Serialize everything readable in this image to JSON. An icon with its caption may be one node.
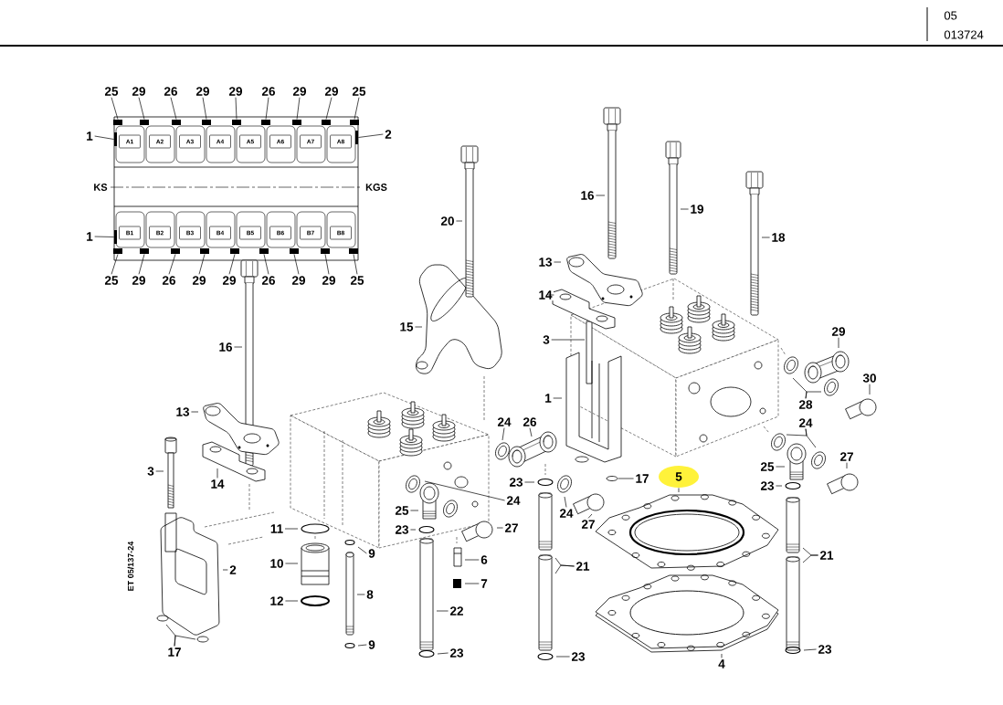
{
  "diagram": {
    "nodes": [
      {
        "text": [
          "25"
        ]
      },
      {
        "text": [
          "29"
        ]
      },
      {
        "text": [
          "26"
        ]
      },
      {
        "text": [
          "29"
        ]
      },
      {
        "text": [
          "29"
        ]
      },
      {
        "text": [
          "26"
        ]
      },
      {
        "text": [
          "29"
        ]
      },
      {
        "text": [
          "29"
        ]
      },
      {
        "text": [
          "25"
        ]
      },
      {
        "text": [
          "1"
        ]
      },
      {
        "text": [
          "A1"
        ]
      },
      {
        "text": [
          "A2"
        ]
      },
      {
        "text": [
          "A3"
        ]
      },
      {
        "text": [
          "A4"
        ]
      },
      {
        "text": [
          "A5"
        ]
      },
      {
        "text": [
          "A6"
        ]
      },
      {
        "text": [
          "A7"
        ]
      },
      {
        "text": [
          "A8"
        ]
      },
      {
        "text": [
          "2"
        ]
      },
      {
        "text": [
          "1"
        ]
      },
      {
        "text": [
          "B1"
        ]
      },
      {
        "text": [
          "B2"
        ]
      },
      {
        "text": [
          "B3"
        ]
      },
      {
        "text": [
          "B4"
        ]
      },
      {
        "text": [
          "B5"
        ]
      },
      {
        "text": [
          "B6"
        ]
      },
      {
        "text": [
          "B7"
        ]
      },
      {
        "text": [
          "B8"
        ]
      },
      {
        "text": [
          "25"
        ]
      },
      {
        "text": [
          "29"
        ]
      },
      {
        "text": [
          "26"
        ]
      },
      {
        "text": [
          "29"
        ]
      },
      {
        "text": [
          "29"
        ]
      },
      {
        "text": [
          "26"
        ]
      },
      {
        "text": [
          "29"
        ]
      },
      {
        "text": [
          "29"
        ]
      },
      {
        "text": [
          "25"
        ]
      },
      {
        "text": [
          "20"
        ]
      },
      {
        "text": [
          "16"
        ]
      },
      {
        "text": [
          "19"
        ]
      },
      {
        "text": [
          "18"
        ]
      },
      {
        "text": [
          "13"
        ]
      },
      {
        "text": [
          "14"
        ]
      },
      {
        "text": [
          "15"
        ]
      },
      {
        "text": [
          "3"
        ]
      },
      {
        "text": [
          "29"
        ]
      },
      {
        "text": [
          "16"
        ]
      },
      {
        "text": [
          "30"
        ]
      },
      {
        "text": [
          "1"
        ]
      },
      {
        "text": [
          "28"
        ]
      },
      {
        "text": [
          "13"
        ]
      },
      {
        "text": [
          "24"
        ]
      },
      {
        "text": [
          "26"
        ]
      },
      {
        "text": [
          "24"
        ]
      },
      {
        "text": [
          "27"
        ]
      },
      {
        "text": [
          "25"
        ]
      },
      {
        "text": [
          "3"
        ]
      },
      {
        "text": [
          "5"
        ]
      },
      {
        "text": [
          "17"
        ]
      },
      {
        "text": [
          "23"
        ]
      },
      {
        "text": [
          "14"
        ]
      },
      {
        "text": [
          "23"
        ]
      },
      {
        "text": [
          "24"
        ]
      },
      {
        "text": [
          "25"
        ]
      },
      {
        "text": [
          "24"
        ]
      },
      {
        "text": [
          "27"
        ]
      },
      {
        "text": [
          "27"
        ]
      },
      {
        "text": [
          "11"
        ]
      },
      {
        "text": [
          "23"
        ]
      },
      {
        "text": [
          "9"
        ]
      },
      {
        "text": [
          "21"
        ]
      },
      {
        "text": [
          "6"
        ]
      },
      {
        "text": [
          "10"
        ]
      },
      {
        "text": [
          "21"
        ]
      },
      {
        "text": [
          "2"
        ]
      },
      {
        "text": [
          "7"
        ]
      },
      {
        "text": [
          "8"
        ]
      },
      {
        "text": [
          "12"
        ]
      },
      {
        "text": [
          "22"
        ]
      },
      {
        "text": [
          "9"
        ]
      },
      {
        "text": [
          "23"
        ]
      },
      {
        "text": [
          "17"
        ]
      },
      {
        "text": [
          "23"
        ]
      },
      {
        "text": [
          "23"
        ]
      },
      {
        "text": [
          "4"
        ]
      },
      {
        "text": [],
        "shape": "bar"
      },
      {
        "text": [],
        "shape": "bar"
      },
      {
        "text": [],
        "shape": "bar"
      },
      {
        "text": [],
        "shape": "bar"
      },
      {
        "text": [],
        "shape": "bar"
      },
      {
        "text": [],
        "shape": "bar"
      },
      {
        "text": [],
        "shape": "bar"
      },
      {
        "text": [],
        "shape": "bar"
      },
      {
        "text": [],
        "shape": "bar"
      },
      {
        "text": [],
        "shape": "bar"
      },
      {
        "text": [],
        "shape": "bar"
      },
      {
        "text": [],
        "shape": "bar"
      },
      {
        "text": [],
        "shape": "bar"
      },
      {
        "text": [],
        "shape": "bar"
      },
      {
        "text": [],
        "shape": "bar"
      },
      {
        "text": [],
        "shape": "bar"
      },
      {
        "text": [],
        "shape": "bar"
      },
      {
        "text": [],
        "shape": "bar"
      },
      {
        "text": [],
        "shape": "bar"
      },
      {
        "text": [],
        "shape": "bar"
      },
      {
        "text": [],
        "shape": "bar"
      },
      {
        "text": [],
        "shape": "picture"
      },
      {
        "text": [],
        "shape": "picture"
      },
      {
        "text": [],
        "shape": "picture"
      },
      {
        "text": [],
        "shape": "picture"
      },
      {
        "text": [],
        "shape": "picture"
      },
      {
        "text": [],
        "shape": "picture"
      },
      {
        "text": [],
        "shape": "picture"
      },
      {
        "text": [],
        "shape": "box"
      },
      {
        "text": [],
        "shape": "picture"
      },
      {
        "text": [],
        "shape": "picture"
      },
      {
        "text": [],
        "shape": "picture"
      },
      {
        "text": [],
        "shape": "picture"
      },
      {
        "text": [],
        "shape": "picture"
      },
      {
        "text": [],
        "shape": "picture"
      },
      {
        "text": [],
        "shape": "picture"
      },
      {
        "text": [],
        "shape": "picture"
      },
      {
        "text": [],
        "shape": "picture"
      },
      {
        "text": [],
        "shape": "picture"
      },
      {
        "text": [],
        "shape": "picture"
      },
      {
        "text": [],
        "shape": "picture"
      },
      {
        "text": [],
        "shape": "picture"
      },
      {
        "text": [],
        "shape": "picture"
      },
      {
        "text": [],
        "shape": "picture"
      },
      {
        "text": [],
        "shape": "circle"
      },
      {
        "text": [],
        "shape": "circle"
      },
      {
        "text": [],
        "shape": "picture"
      },
      {
        "text": [],
        "shape": "circle"
      },
      {
        "text": [],
        "shape": "picture"
      },
      {
        "text": [],
        "shape": "picture"
      },
      {
        "text": [],
        "shape": "picture"
      },
      {
        "text": [],
        "shape": "picture"
      },
      {
        "text": [],
        "shape": "picture"
      },
      {
        "text": [],
        "shape": "circle"
      },
      {
        "text": [],
        "shape": "circle"
      },
      {
        "text": [],
        "shape": "circle"
      },
      {
        "text": [],
        "shape": "picture"
      },
      {
        "text": [],
        "shape": "picture"
      },
      {
        "text": [],
        "shape": "picture"
      },
      {
        "text": [],
        "shape": "picture"
      },
      {
        "text": [],
        "shape": "picture"
      },
      {
        "text": [],
        "shape": "picture"
      },
      {
        "text": [],
        "shape": "picture"
      },
      {
        "text": [],
        "shape": "box"
      },
      {
        "text": [],
        "shape": "picture"
      },
      {
        "text": [],
        "shape": "circle"
      },
      {
        "text": [],
        "shape": "picture"
      },
      {
        "text": [],
        "shape": "circle"
      },
      {
        "text": [],
        "shape": "circle"
      },
      {
        "text": [],
        "shape": "circle"
      },
      {
        "text": [],
        "shape": "circle"
      },
      {
        "text": [],
        "shape": "circle"
      },
      {
        "text": [],
        "shape": "circle"
      },
      {
        "text": [],
        "shape": "picture"
      }
    ],
    "edges": [
      {
        "from": 0,
        "to": 85,
        "arrow": "none"
      },
      {
        "from": 1,
        "to": 86,
        "arrow": "none"
      },
      {
        "from": 2,
        "to": 87,
        "arrow": "none"
      },
      {
        "from": 3,
        "to": 88,
        "arrow": "none"
      },
      {
        "from": 4,
        "to": 89,
        "arrow": "none"
      },
      {
        "from": 5,
        "to": 90,
        "arrow": "none"
      },
      {
        "from": 6,
        "to": 91,
        "arrow": "none"
      },
      {
        "from": 7,
        "to": 92,
        "arrow": "none"
      },
      {
        "from": 8,
        "to": 93,
        "arrow": "none"
      },
      {
        "from": 9,
        "to": 94,
        "arrow": "none"
      },
      {
        "from": 18,
        "to": 95,
        "arrow": "none"
      },
      {
        "from": 19,
        "to": 96,
        "arrow": "none"
      },
      {
        "from": 28,
        "to": 97,
        "arrow": "none"
      },
      {
        "from": 29,
        "to": 98,
        "arrow": "none"
      },
      {
        "from": 30,
        "to": 99,
        "arrow": "none"
      },
      {
        "from": 31,
        "to": 100,
        "arrow": "none"
      },
      {
        "from": 32,
        "to": 101,
        "arrow": "none"
      },
      {
        "from": 33,
        "to": 102,
        "arrow": "none"
      },
      {
        "from": 34,
        "to": 103,
        "arrow": "none"
      },
      {
        "from": 35,
        "to": 104,
        "arrow": "none"
      },
      {
        "from": 36,
        "to": 105,
        "arrow": "none"
      },
      {
        "from": 37,
        "to": 106,
        "arrow": "none"
      },
      {
        "from": 38,
        "to": 107,
        "arrow": "none"
      },
      {
        "from": 39,
        "to": 108,
        "arrow": "none"
      },
      {
        "from": 40,
        "to": 109,
        "arrow": "none"
      },
      {
        "from": 41,
        "to": 110,
        "arrow": "none"
      },
      {
        "from": 42,
        "to": 111,
        "arrow": "none"
      },
      {
        "from": 43,
        "to": 112,
        "arrow": "none"
      },
      {
        "from": 44,
        "to": 113,
        "arrow": "none"
      },
      {
        "from": 45,
        "to": 114,
        "arrow": "none"
      },
      {
        "from": 46,
        "to": 115,
        "arrow": "none"
      },
      {
        "from": 47,
        "to": 116,
        "arrow": "none"
      },
      {
        "from": 48,
        "to": 117,
        "arrow": "none"
      },
      {
        "from": 49,
        "to": 118,
        "arrow": "none"
      },
      {
        "from": 49,
        "to": 119,
        "arrow": "none"
      },
      {
        "from": 50,
        "to": 120,
        "arrow": "none"
      },
      {
        "from": 51,
        "to": 121,
        "arrow": "none"
      },
      {
        "from": 52,
        "to": 122,
        "arrow": "none"
      },
      {
        "from": 53,
        "to": 123,
        "arrow": "none"
      },
      {
        "from": 53,
        "to": 124,
        "arrow": "none"
      },
      {
        "from": 54,
        "to": 125,
        "arrow": "none"
      },
      {
        "from": 55,
        "to": 126,
        "arrow": "none"
      },
      {
        "from": 56,
        "to": 127,
        "arrow": "none"
      },
      {
        "from": 57,
        "to": 128,
        "arrow": "none"
      },
      {
        "from": 58,
        "to": 129,
        "arrow": "none"
      },
      {
        "from": 59,
        "to": 130,
        "arrow": "none"
      },
      {
        "from": 60,
        "to": 131,
        "arrow": "none"
      },
      {
        "from": 61,
        "to": 132,
        "arrow": "none"
      },
      {
        "from": 62,
        "to": 133,
        "arrow": "none"
      },
      {
        "from": 63,
        "to": 134,
        "arrow": "none"
      },
      {
        "from": 64,
        "to": 135,
        "arrow": "none"
      },
      {
        "from": 65,
        "to": 136,
        "arrow": "none"
      },
      {
        "from": 66,
        "to": 137,
        "arrow": "none"
      },
      {
        "from": 67,
        "to": 138,
        "arrow": "none"
      },
      {
        "from": 68,
        "to": 139,
        "arrow": "none"
      },
      {
        "from": 69,
        "to": 140,
        "arrow": "none"
      },
      {
        "from": 70,
        "to": 141,
        "arrow": "none"
      },
      {
        "from": 70,
        "to": 142,
        "arrow": "none"
      },
      {
        "from": 71,
        "to": 143,
        "arrow": "none"
      },
      {
        "from": 72,
        "to": 144,
        "arrow": "none"
      },
      {
        "from": 73,
        "to": 145,
        "arrow": "none"
      },
      {
        "from": 73,
        "to": 146,
        "arrow": "none"
      },
      {
        "from": 74,
        "to": 147,
        "arrow": "none"
      },
      {
        "from": 75,
        "to": 148,
        "arrow": "none"
      },
      {
        "from": 76,
        "to": 149,
        "arrow": "none"
      },
      {
        "from": 77,
        "to": 150,
        "arrow": "none"
      },
      {
        "from": 78,
        "to": 151,
        "arrow": "none"
      },
      {
        "from": 79,
        "to": 152,
        "arrow": "none"
      },
      {
        "from": 80,
        "to": 153,
        "arrow": "none"
      },
      {
        "from": 81,
        "to": 154,
        "arrow": "none"
      },
      {
        "from": 81,
        "to": 155,
        "arrow": "none"
      },
      {
        "from": 82,
        "to": 156,
        "arrow": "none"
      },
      {
        "from": 83,
        "to": 157,
        "arrow": "none"
      },
      {
        "from": 84,
        "to": 158,
        "arrow": "none"
      }
    ],
    "labels": [
      "05",
      "013724",
      "KS",
      "KGS",
      "ET 05/137-24"
    ]
  }
}
